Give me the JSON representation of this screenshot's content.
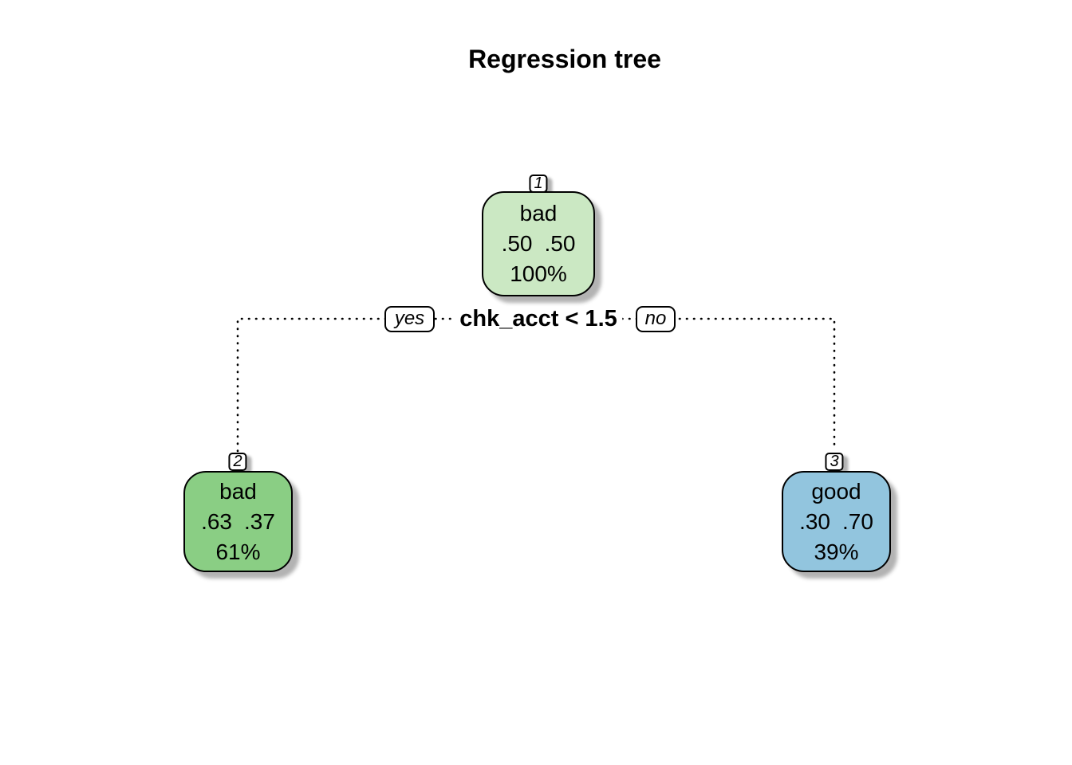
{
  "title": "Regression tree",
  "split": {
    "condition": "chk_acct < 1.5",
    "yes_label": "yes",
    "no_label": "no"
  },
  "nodes": [
    {
      "id": "1",
      "class": "bad",
      "prob_bad": ".50",
      "prob_good": ".50",
      "coverage": "100%"
    },
    {
      "id": "2",
      "class": "bad",
      "prob_bad": ".63",
      "prob_good": ".37",
      "coverage": "61%"
    },
    {
      "id": "3",
      "class": "good",
      "prob_bad": ".30",
      "prob_good": ".70",
      "coverage": "39%"
    }
  ],
  "colors": {
    "node1_fill": "#cbe8c3",
    "node2_fill": "#8ace84",
    "node3_fill": "#92c5de",
    "border": "#000000",
    "shadow": "#b3b3b3",
    "branch_line": "#000000"
  }
}
